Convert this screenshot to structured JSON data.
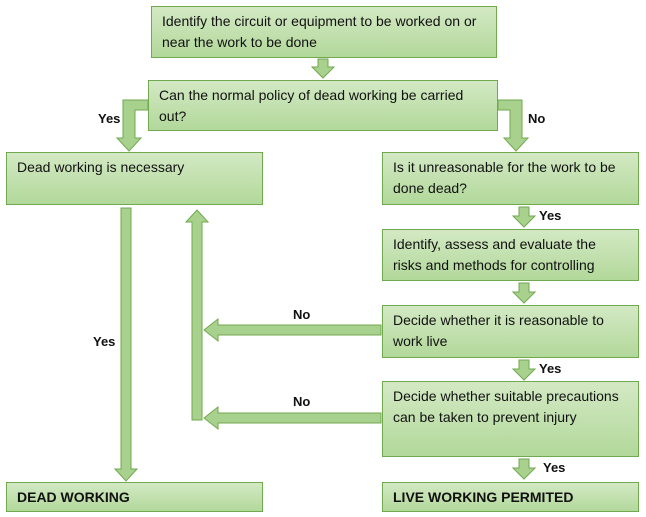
{
  "nodes": {
    "identify_circuit": "Identify the circuit or equipment to be worked on or near the work to be done",
    "normal_policy": "Can the normal policy of dead working be carried out?",
    "dead_necessary": "Dead working is necessary",
    "unreasonable": "Is it unreasonable for the work to be done dead?",
    "assess_risks": "Identify, assess and evaluate the risks and methods for controlling",
    "reasonable_live": "Decide whether it is reasonable to work live",
    "precautions": "Decide whether suitable precautions can be taken to prevent injury",
    "dead_working": "DEAD WORKING",
    "live_working": "LIVE WORKING PERMITED"
  },
  "labels": {
    "yes_left": "Yes",
    "no_right": "No",
    "yes_unreasonable": "Yes",
    "yes_down": "Yes",
    "no_reasonable": "No",
    "yes_reasonable": "Yes",
    "no_precautions": "No",
    "yes_precautions": "Yes"
  },
  "colors": {
    "box_border": "#70a94e",
    "box_fill_top": "#d3e9c4",
    "box_fill_bottom": "#b2d89a",
    "arrow_fill": "#a9d18e",
    "arrow_stroke": "#70a94e"
  }
}
